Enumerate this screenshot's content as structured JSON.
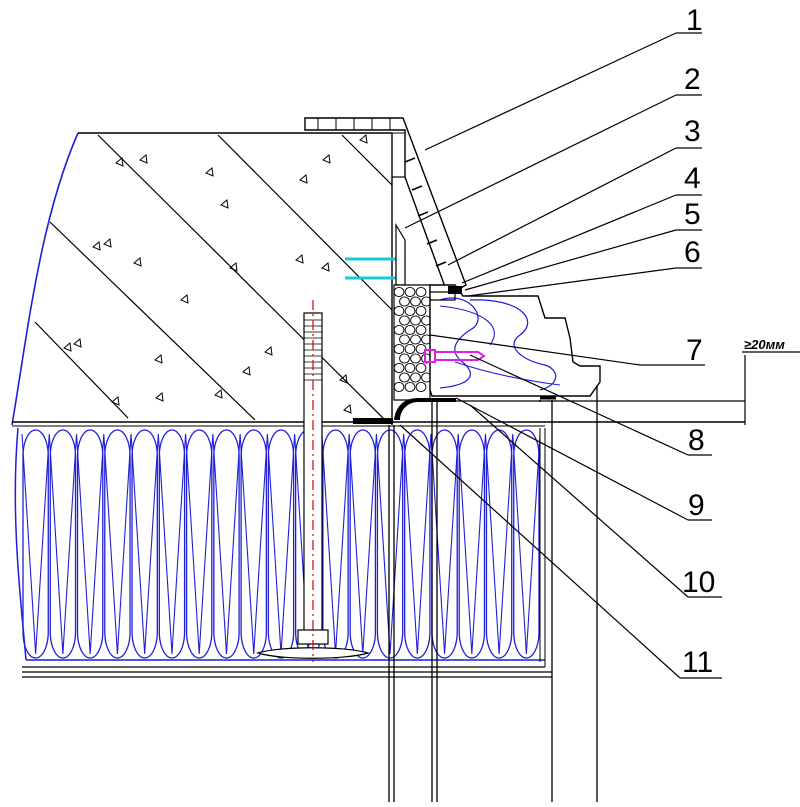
{
  "callouts": [
    {
      "number": "1"
    },
    {
      "number": "2"
    },
    {
      "number": "3"
    },
    {
      "number": "4"
    },
    {
      "number": "5"
    },
    {
      "number": "6"
    },
    {
      "number": "7"
    },
    {
      "number": "8"
    },
    {
      "number": "9"
    },
    {
      "number": "10"
    },
    {
      "number": "11"
    }
  ],
  "dimension_label": "≥20мм",
  "colors": {
    "line": "#000000",
    "insulation": "#1f1fd6",
    "anchor": "#d40000",
    "seal_cyan": "#18c8e0",
    "screw_magenta": "#e020e0"
  }
}
